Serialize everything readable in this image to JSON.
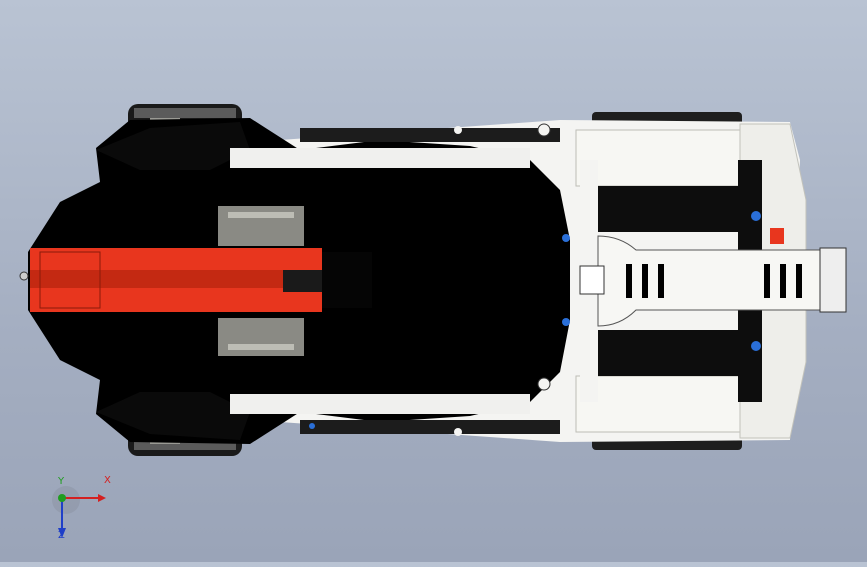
{
  "viewport": {
    "background_top": "#b9c3d3",
    "background_bottom": "#9aa4b8"
  },
  "model": {
    "colors": {
      "body": "#000000",
      "accent_red": "#e8361e",
      "panel_white": "#f4f4f2",
      "gear_gray": "#8a8a84",
      "pin_blue": "#2a6fd8"
    }
  },
  "triad": {
    "x_label": "X",
    "y_label": "Y",
    "z_label": "Z",
    "x_color": "#d42020",
    "y_color": "#1f9d1f",
    "z_color": "#1f3fc8"
  }
}
